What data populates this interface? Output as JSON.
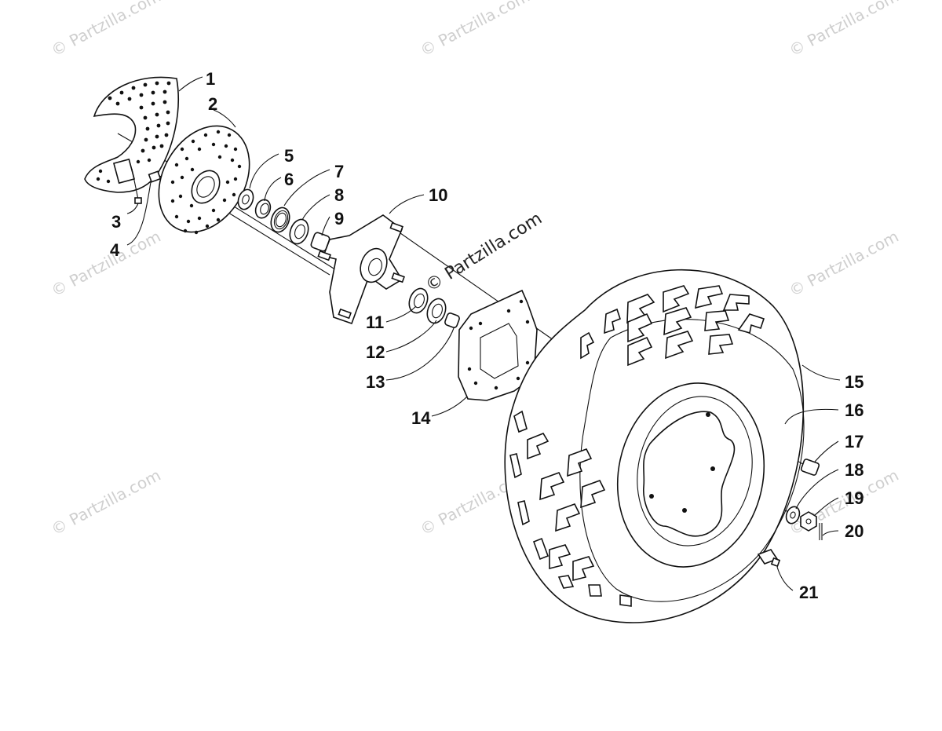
{
  "watermarks": {
    "corner_text": "© Partzilla.com",
    "center_text": "© Partzilla.com"
  },
  "callouts": [
    "1",
    "2",
    "3",
    "4",
    "5",
    "6",
    "7",
    "8",
    "9",
    "10",
    "11",
    "12",
    "13",
    "14",
    "15",
    "16",
    "17",
    "18",
    "19",
    "20",
    "21"
  ],
  "colors": {
    "line": "#111111",
    "watermark": "#cfcfcf",
    "background": "#ffffff"
  }
}
